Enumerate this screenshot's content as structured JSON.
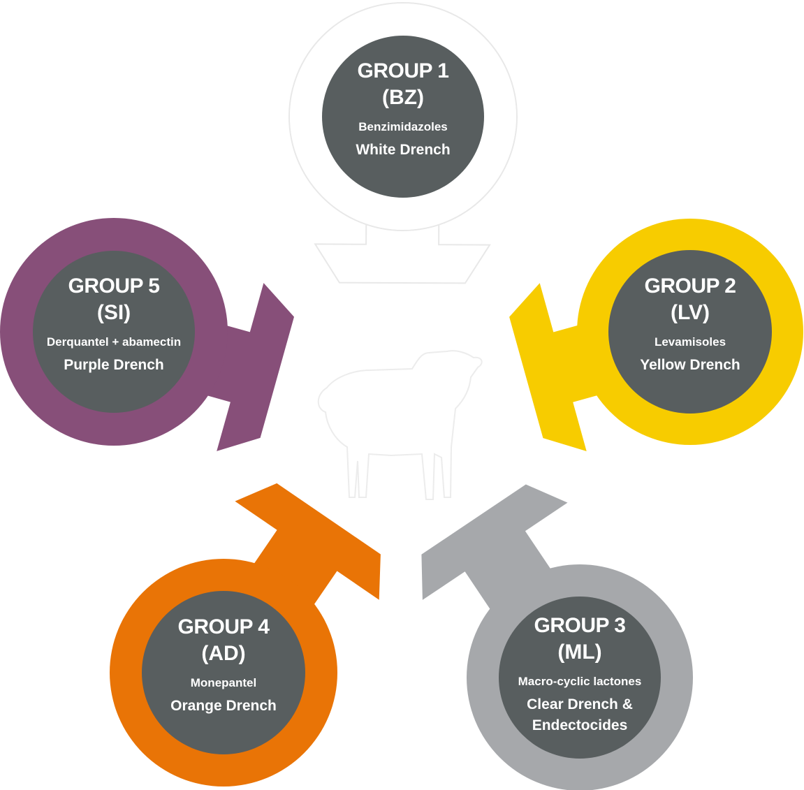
{
  "colors": {
    "background": "#ffffff",
    "inner_circle": "#585e5f",
    "group1": "#ffffff",
    "group1_outline": "#e8e8e8",
    "group2": "#f7cc00",
    "group3": "#a6a8ab",
    "group4": "#e97406",
    "group5": "#874f79",
    "sheep": "#ffffff"
  },
  "center_icon": "sheep-silhouette-icon",
  "groups": [
    {
      "id": "group1",
      "title": "GROUP 1",
      "code": "(BZ)",
      "class": "Benzimidazoles",
      "drench": [
        "White Drench"
      ]
    },
    {
      "id": "group2",
      "title": "GROUP 2",
      "code": "(LV)",
      "class": "Levamisoles",
      "drench": [
        "Yellow Drench"
      ]
    },
    {
      "id": "group3",
      "title": "GROUP 3",
      "code": "(ML)",
      "class": "Macro-cyclic lactones",
      "drench": [
        "Clear Drench &",
        "Endectocides"
      ]
    },
    {
      "id": "group4",
      "title": "GROUP 4",
      "code": "(AD)",
      "class": "Monepantel",
      "drench": [
        "Orange Drench"
      ]
    },
    {
      "id": "group5",
      "title": "GROUP 5",
      "code": "(SI)",
      "class": "Derquantel + abamectin",
      "drench": [
        "Purple Drench"
      ]
    }
  ]
}
